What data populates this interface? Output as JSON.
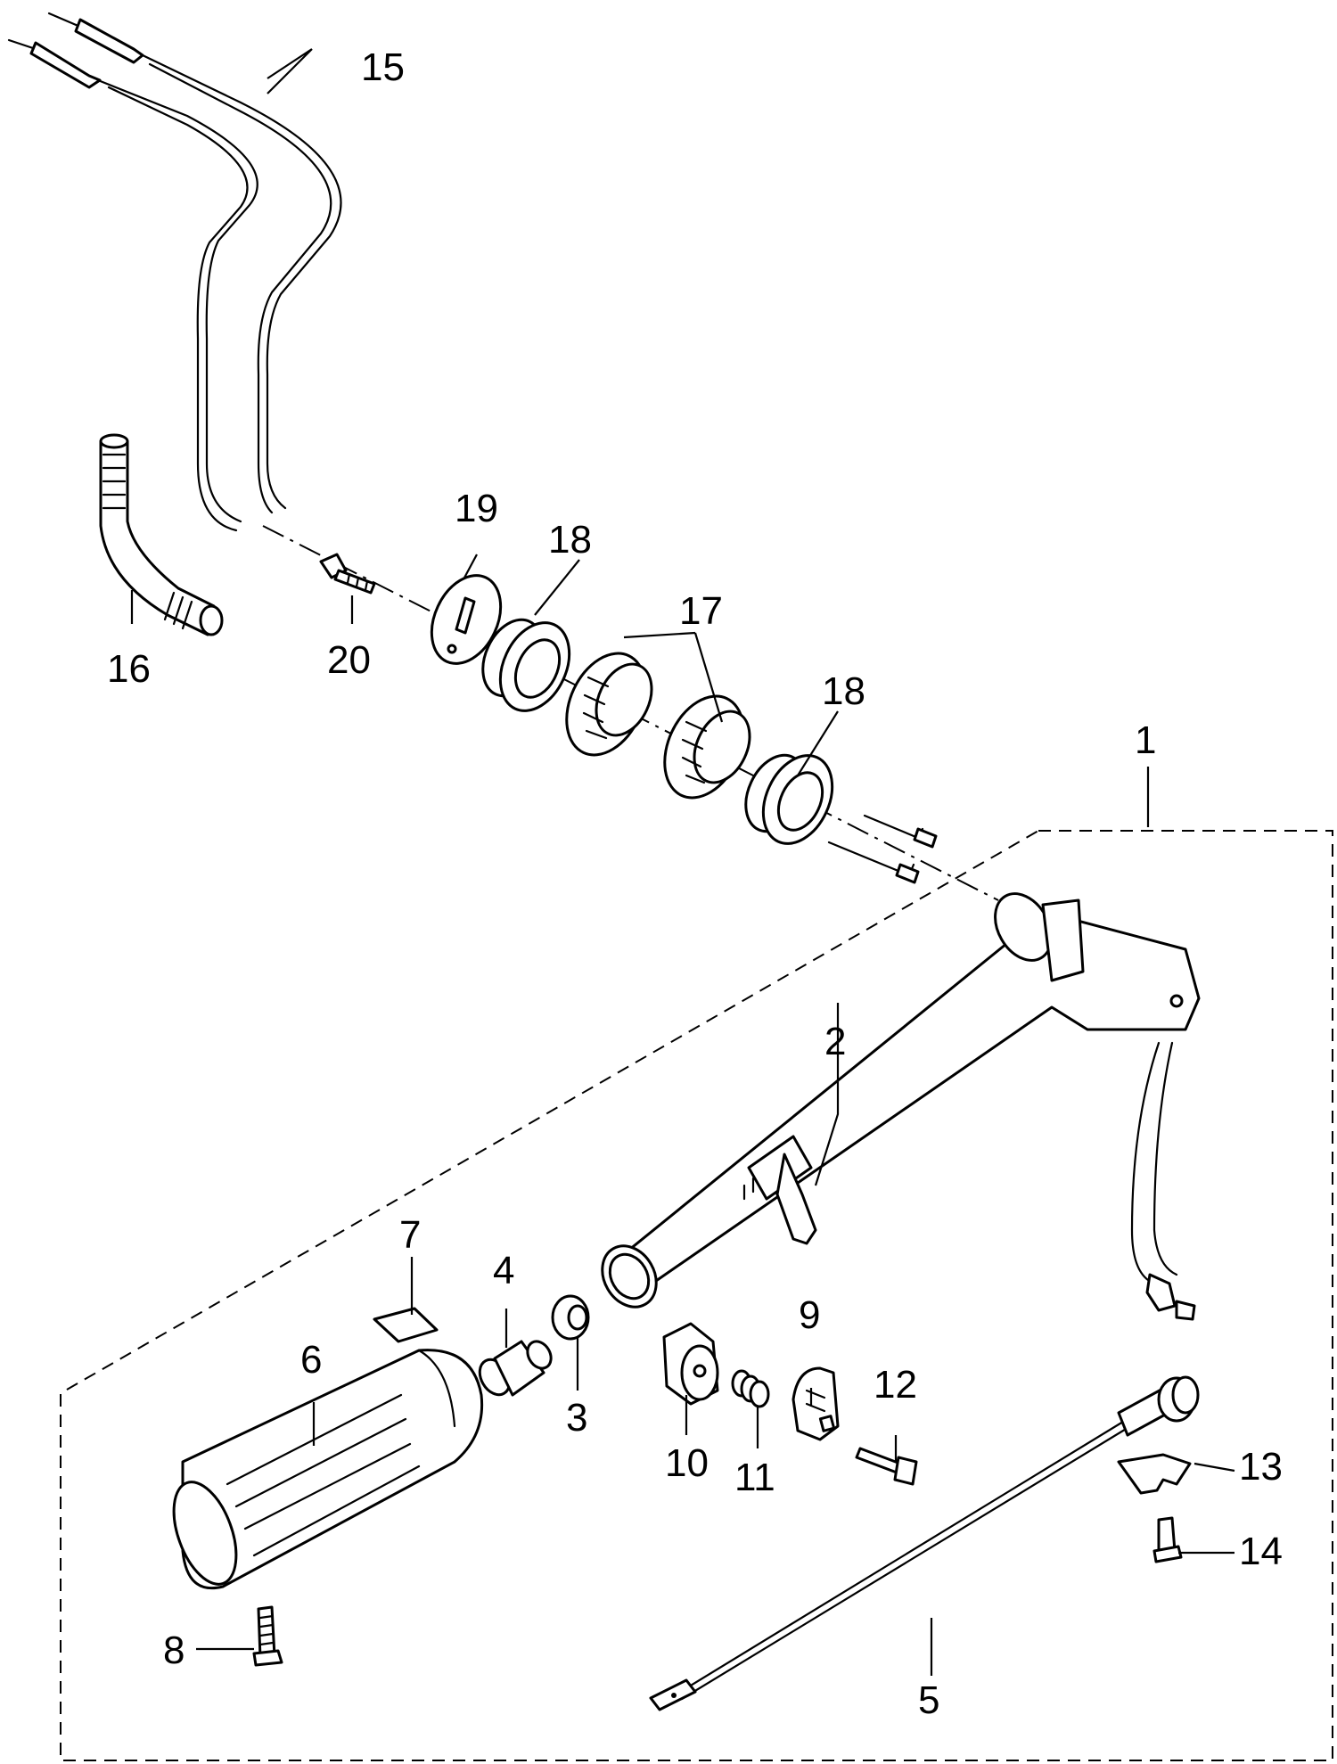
{
  "diagram": {
    "colors": {
      "line": "#000000",
      "background": "#ffffff"
    },
    "callouts": [
      {
        "id": "c1",
        "text": "1"
      },
      {
        "id": "c2",
        "text": "2"
      },
      {
        "id": "c3",
        "text": "3"
      },
      {
        "id": "c4",
        "text": "4"
      },
      {
        "id": "c5",
        "text": "5"
      },
      {
        "id": "c6",
        "text": "6"
      },
      {
        "id": "c7",
        "text": "7"
      },
      {
        "id": "c8",
        "text": "8"
      },
      {
        "id": "c9",
        "text": "9"
      },
      {
        "id": "c10",
        "text": "10"
      },
      {
        "id": "c11",
        "text": "11"
      },
      {
        "id": "c12",
        "text": "12"
      },
      {
        "id": "c13",
        "text": "13"
      },
      {
        "id": "c14",
        "text": "14"
      },
      {
        "id": "c15",
        "text": "15"
      },
      {
        "id": "c16",
        "text": "16"
      },
      {
        "id": "c17",
        "text": "17"
      },
      {
        "id": "c18a",
        "text": "18"
      },
      {
        "id": "c18b",
        "text": "18"
      },
      {
        "id": "c19",
        "text": "19"
      },
      {
        "id": "c20",
        "text": "20"
      }
    ]
  }
}
